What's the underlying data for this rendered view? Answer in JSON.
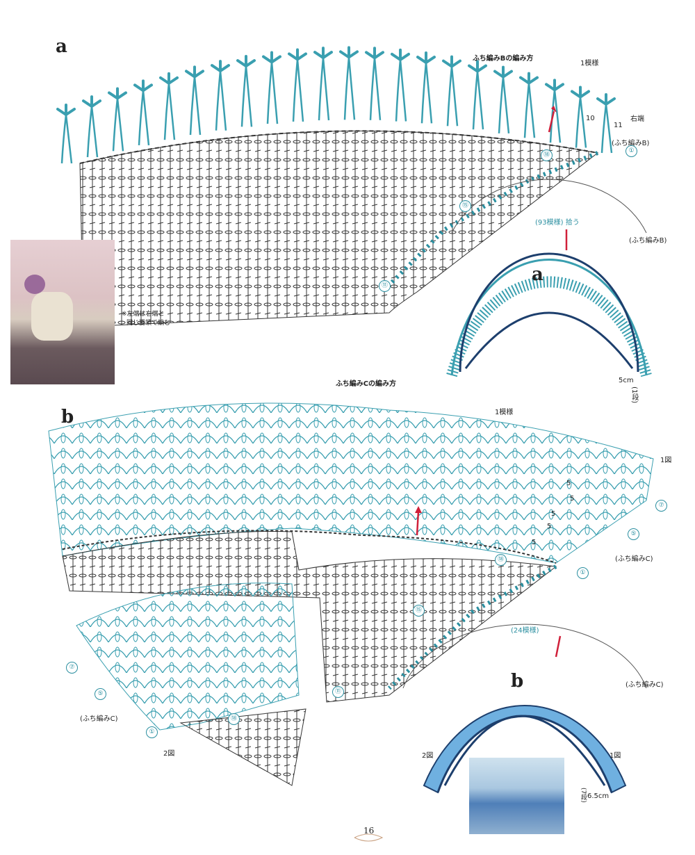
{
  "section_a": {
    "letter": "a",
    "title": "ふち編みBの編み方",
    "repeat_label": "1模様",
    "right_end_label": "右端",
    "row_10": "10",
    "row_11": "11",
    "edging_label": "(ふち編みB)",
    "row_markers": [
      "①",
      "⑱",
      "⑮",
      "⑪"
    ],
    "pickup_label": "(93模様) 拾う",
    "schematic_edging_label": "(ふち編みB)",
    "schematic_letter": "a",
    "width_label": "5cm",
    "rows_label": "(1段)",
    "note_line1": "※左端は右端と",
    "note_line2": "同じ要領で編む"
  },
  "section_b": {
    "letter": "b",
    "title": "ふち編みCの編み方",
    "repeat_label": "1模様",
    "figure1_label": "1図",
    "count_labels": [
      "5",
      "5",
      "5",
      "5",
      "5"
    ],
    "row_markers_right": [
      "⑦",
      "⑤",
      "①"
    ],
    "edging_label_right": "(ふち編みC)",
    "row_markers_center": [
      "⑱",
      "⑮",
      "⑪"
    ],
    "row_markers_left": [
      "⑦",
      "⑤",
      "①"
    ],
    "edging_label_left": "(ふち編みC)",
    "figure2_label_left": "2図",
    "left_piece_row": "⑱",
    "pickup_label": "(24模様)",
    "schematic_edging_label": "(ふち編みC)",
    "schematic_letter": "b",
    "schematic_fig2": "2図",
    "schematic_fig1": "1図",
    "width_label": "6.5cm",
    "rows_label": "(7段)"
  },
  "page_number": "16",
  "colors": {
    "teal": "#3a9fb0",
    "dark": "#222222",
    "red": "#d0203a",
    "blue_fill": "#6fb0e0"
  }
}
